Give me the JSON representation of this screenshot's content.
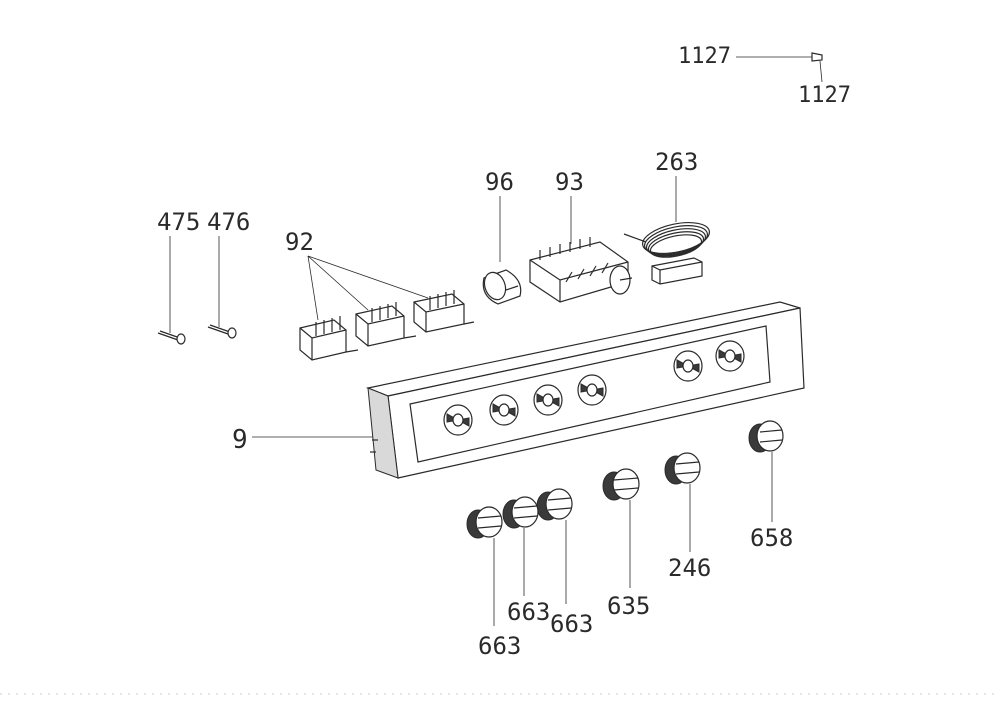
{
  "labels": {
    "screw_top": "1127",
    "screw_top_2": "1127",
    "thermostat_capillary": "263",
    "rotary_switch": "93",
    "indicator_lamp": "96",
    "selector_switches": "92",
    "screw_left_a": "475",
    "screw_left_b": "476",
    "control_panel": "9",
    "knob_658": "658",
    "knob_246": "246",
    "knob_635": "635",
    "knob_663_a": "663",
    "knob_663_b": "663",
    "knob_663_c": "663"
  }
}
